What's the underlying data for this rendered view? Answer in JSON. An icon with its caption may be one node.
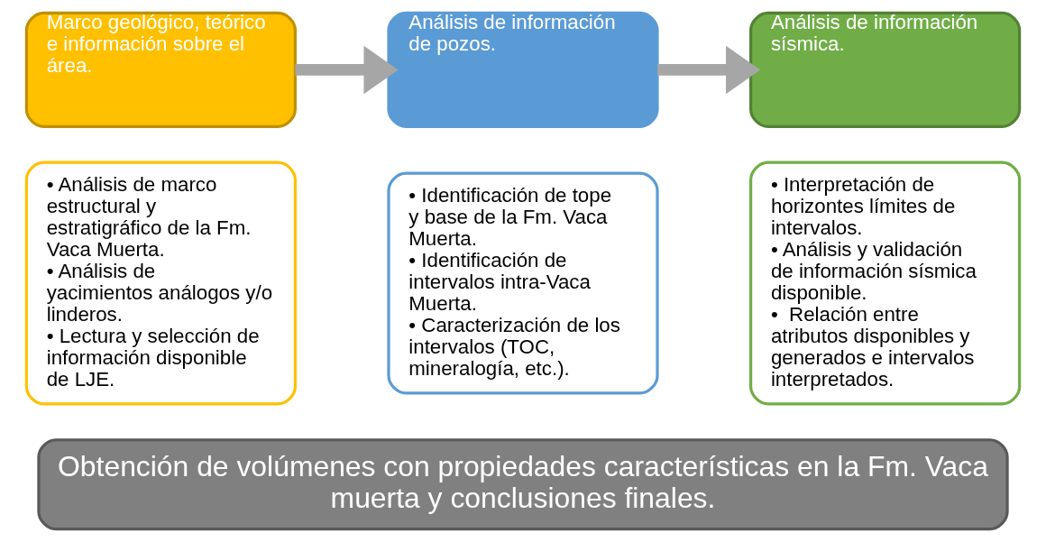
{
  "diagram": {
    "nodes": [
      {
        "text": [
          "Marco geológico, teórico e información sobre el área."
        ]
      },
      {
        "text": [
          "• Análisis de marco estructural y estratigráfico de la Fm. Vaca Muerta.",
          "• Análisis de yacimientos análogos y/o linderos.",
          "• Lectura y selección de información disponible de LJE."
        ]
      },
      {
        "text": [
          "Análisis de información de pozos."
        ]
      },
      {
        "text": [
          "• Identificación de tope y base de la Fm. Vaca Muerta.",
          "• Identificación de intervalos intra-Vaca Muerta.",
          "• Caracterización de los intervalos (TOC, mineralogía, etc.)."
        ]
      },
      {
        "text": [
          "Análisis de información sísmica."
        ]
      },
      {
        "text": [
          "• Interpretación de horizontes límites de intervalos.",
          "• Análisis y validación de información sísmica disponible.",
          "•  Relación entre atributos disponibles y generados e intervalos interpretados."
        ]
      },
      {
        "text": [
          "Obtención de volúmenes con propiedades características en la Fm. Vaca muerta y conclusiones finales."
        ]
      }
    ],
    "edges": [
      {
        "from": 0,
        "to": 2,
        "arrow": "to"
      },
      {
        "from": 2,
        "to": 4,
        "arrow": "to"
      }
    ]
  }
}
